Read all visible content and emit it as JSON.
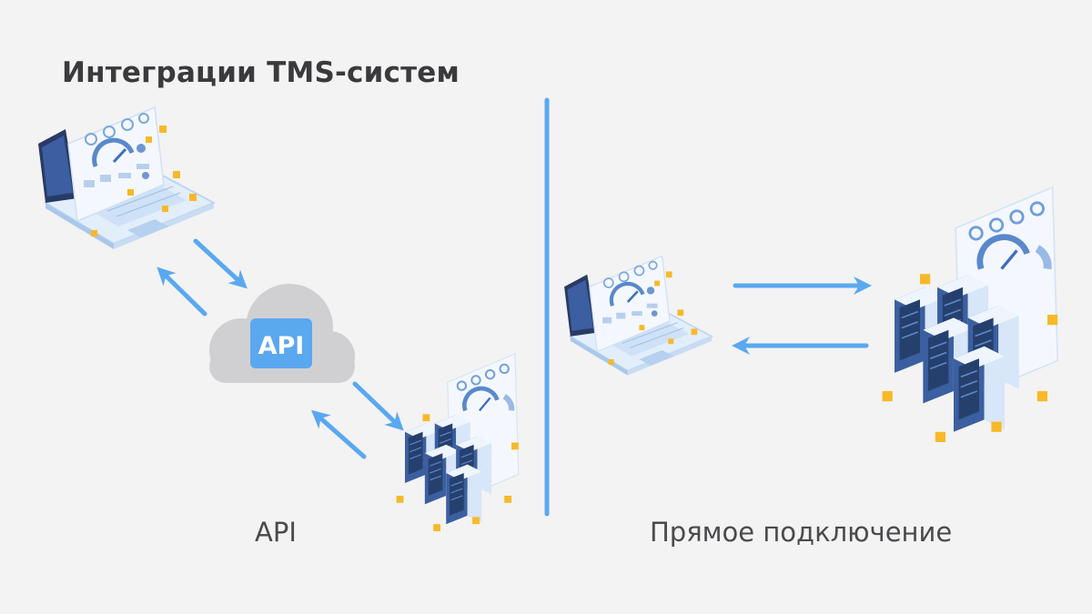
{
  "title": "Интеграции TMS-систем",
  "api_badge": "API",
  "captions": {
    "api": "API",
    "direct": "Прямое подключение"
  },
  "colors": {
    "accent_blue": "#5aa8f0",
    "cloud_gray": "#d0d0d2",
    "badge_blue": "#5aa8f0",
    "title_text": "#3a3a3c",
    "gold_cube": "#f7b928"
  },
  "icons": [
    "laptop-icon",
    "server-rack-icon",
    "cloud-icon",
    "arrow-icon"
  ]
}
